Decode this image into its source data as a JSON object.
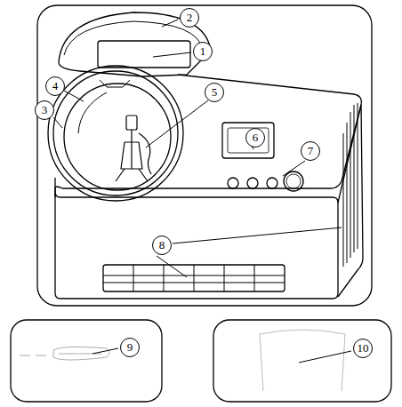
{
  "diagram": {
    "labels": [
      "2",
      "1",
      "4",
      "3",
      "5",
      "6",
      "7",
      "8",
      "9",
      "10"
    ]
  }
}
